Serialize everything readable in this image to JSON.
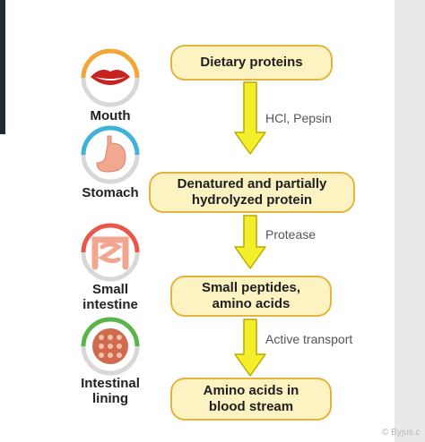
{
  "organs": [
    {
      "id": "mouth",
      "label": "Mouth",
      "icon": "lips-icon"
    },
    {
      "id": "stomach",
      "label": "Stomach",
      "icon": "stomach-icon"
    },
    {
      "id": "small-intestine",
      "label": "Small\nintestine",
      "icon": "intestine-icon"
    },
    {
      "id": "intestinal-lining",
      "label": "Intestinal\nlining",
      "icon": "villi-cells-icon"
    }
  ],
  "stages": [
    {
      "label": "Dietary proteins"
    },
    {
      "label": "Denatured and partially\nhydrolyzed protein"
    },
    {
      "label": "Small peptides,\namino acids"
    },
    {
      "label": "Amino acids in\nblood stream"
    }
  ],
  "steps": [
    "HCl, Pepsin",
    "Protease",
    "Active transport"
  ],
  "watermark": "© Byjus.c",
  "colors": {
    "box_fill": "#fdf3c2",
    "box_border": "#e0b640",
    "arrow_fill": "#f5ee2a",
    "arrow_border": "#b9a900",
    "mouth_ring": "#f2a637",
    "stomach_ring": "#3fb2d7",
    "intestine_ring": "#e8574a",
    "lining_ring": "#5ab44a"
  }
}
